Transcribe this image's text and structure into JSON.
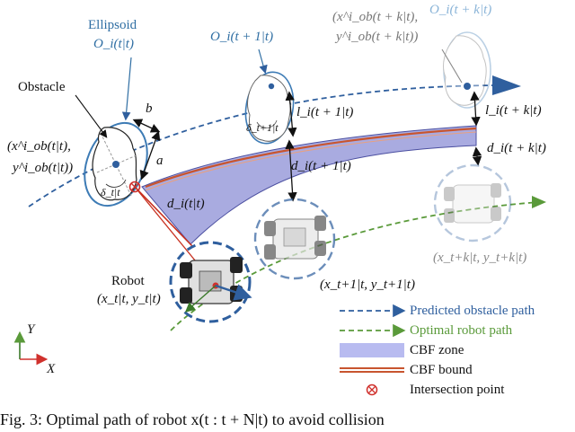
{
  "labels": {
    "ellipsoid_title": "Ellipsoid",
    "ellipsoid_o_t": "O_i(t|t)",
    "o_t1": "O_i(t + 1|t)",
    "o_tk": "O_i(t + k|t)",
    "obstacle": "Obstacle",
    "b": "b",
    "a": "a",
    "obs_pos_x": "(x^i_ob(t|t),",
    "obs_pos_y": "y^i_ob(t|t))",
    "obs_pos_k_x": "(x^i_ob(t + k|t),",
    "obs_pos_k_y": "y^i_ob(t + k|t))",
    "delta_t": "δ_t|t",
    "delta_t1": "δ_t+1|t",
    "l_t1": "l_i(t + 1|t)",
    "l_tk": "l_i(t + k|t)",
    "d_t": "d_i(t|t)",
    "d_t1": "d_i(t + 1|t)",
    "d_tk": "d_i(t + k|t)",
    "robot": "Robot",
    "robot_pos": "(x_t|t, y_t|t)",
    "robot_pos_t1": "(x_t+1|t, y_t+1|t)",
    "robot_pos_tk": "(x_t+k|t, y_t+k|t)",
    "axis_y": "Y",
    "axis_x": "X"
  },
  "legend": {
    "predicted_obstacle_path": "Predicted obstacle path",
    "optimal_robot_path": "Optimal robot path",
    "cbf_zone": "CBF zone",
    "cbf_bound": "CBF bound",
    "intersection_point": "Intersection point"
  },
  "caption": "Fig. 3: Optimal path of robot x(t : t + N|t) to avoid collision",
  "colors": {
    "obstacle_path": "#2f5f9e",
    "robot_path": "#5a9a3a",
    "cbf_zone": "#8c8fd6",
    "cbf_bound": "#c8552f",
    "ellipsoid": "#3d7bb5",
    "intersection": "#d0312d"
  }
}
